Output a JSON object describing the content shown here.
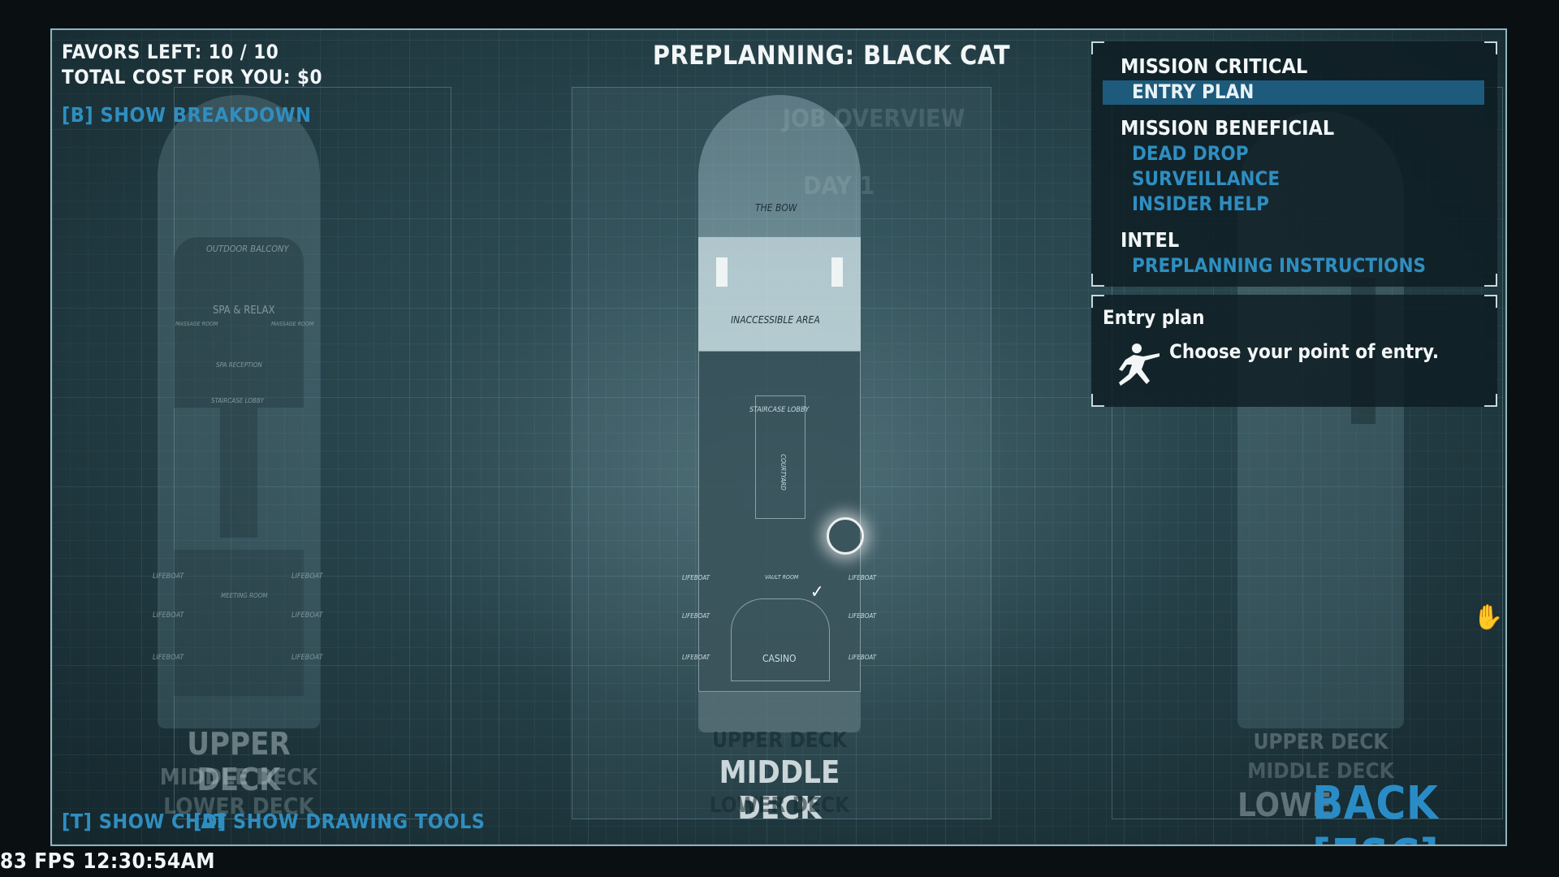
{
  "header": {
    "favors_left": "FAVORS LEFT: 10 / 10",
    "total_cost": "TOTAL COST FOR YOU: $0",
    "show_breakdown": "[B] SHOW BREAKDOWN",
    "title": "PREPLANNING: BLACK CAT"
  },
  "menu": {
    "mission_critical": "MISSION CRITICAL",
    "entry_plan": "ENTRY PLAN",
    "mission_beneficial": "MISSION BENEFICIAL",
    "dead_drop": "DEAD DROP",
    "surveillance": "SURVEILLANCE",
    "insider_help": "INSIDER HELP",
    "intel": "INTEL",
    "preplanning_instructions": "PREPLANNING INSTRUCTIONS"
  },
  "description": {
    "title": "Entry plan",
    "text": "Choose your point of entry.",
    "icon": "running-soldier-icon"
  },
  "map": {
    "left_rooms": [
      "OUTDOOR BALCONY",
      "SPA & RELAX",
      "MASSAGE ROOM",
      "MASSAGE ROOM",
      "SPA RECEPTION",
      "STAIRCASE LOBBY",
      "LIFEBOAT",
      "LIFEBOAT",
      "LIFEBOAT",
      "LIFEBOAT",
      "LIFEBOAT",
      "LIFEBOAT",
      "MEETING ROOM"
    ],
    "center_rooms": [
      "THE BOW",
      "INACCESSIBLE AREA",
      "STAIRCASE LOBBY",
      "COURTYARD",
      "CASINO",
      "VAULT ROOM",
      "LIFEBOAT",
      "LIFEBOAT",
      "LIFEBOAT",
      "LIFEBOAT",
      "LIFEBOAT",
      "LIFEBOAT"
    ],
    "faded_texts": [
      "JOB OVERVIEW",
      "DAY 1"
    ],
    "left_decks": [
      "UPPER DECK",
      "MIDDLE DECK",
      "LOWER DECK"
    ],
    "center_decks": [
      "UPPER DECK",
      "MIDDLE DECK",
      "LOWER DECK"
    ],
    "right_decks": [
      "UPPER DECK",
      "MIDDLE DECK",
      "LOWE"
    ]
  },
  "footer": {
    "show_chat": "[T] SHOW CHAT",
    "show_drawing_tools": "[D] SHOW DRAWING TOOLS",
    "back": "BACK [ESC]",
    "fps_time": "83 FPS 12:30:54AM"
  },
  "colors": {
    "accent_blue": "#2f8ec0",
    "selected_bg": "#1d5a7c",
    "frame_border": "#8fb3bd"
  }
}
